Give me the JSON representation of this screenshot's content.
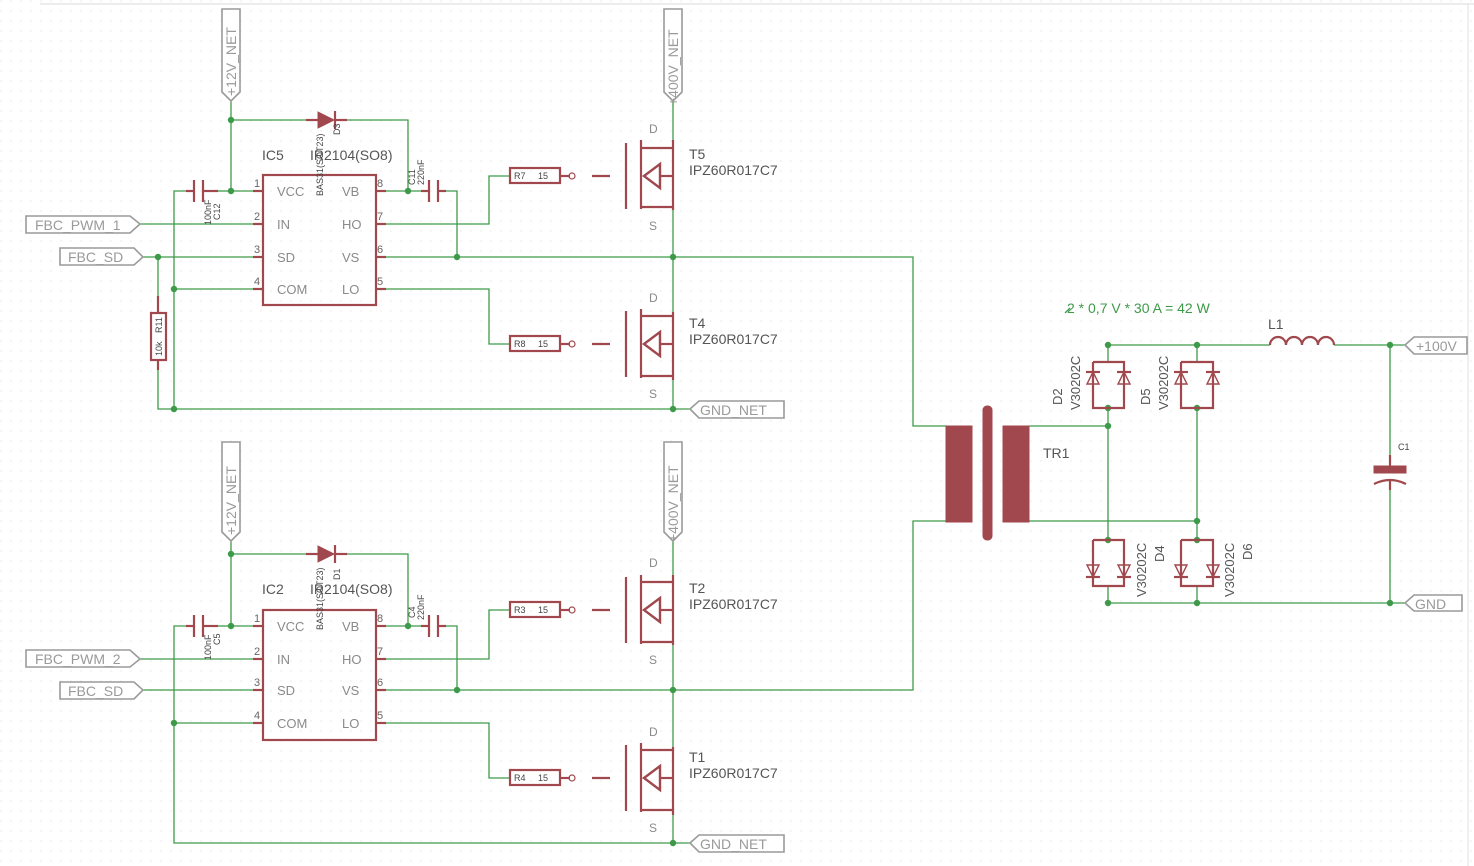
{
  "colors": {
    "wire": "#3d9a48",
    "part": "#a0484d",
    "label": "#555555",
    "port": "#9a9a9a",
    "grid": "#dcdcdc"
  },
  "upper": {
    "ic_name": "IC5",
    "ic_type": "IR2104(SO8)",
    "pins_left": [
      "VCC",
      "IN",
      "SD",
      "COM"
    ],
    "pins_right": [
      "VB",
      "HO",
      "VS",
      "LO"
    ],
    "pin_nums_left": [
      "1",
      "2",
      "3",
      "4"
    ],
    "pin_nums_right": [
      "8",
      "7",
      "6",
      "5"
    ],
    "diode_name": "D3",
    "diode_type": "BAS31(SOT23)",
    "cap_vb_name": "C11",
    "cap_vb_value": "220nF",
    "cap_vcc_name": "C12",
    "cap_vcc_value": "100nF",
    "r_hi_name": "R7",
    "r_hi_value": "15",
    "r_lo_name": "R8",
    "r_lo_value": "15",
    "r_sd_name": "R11",
    "r_sd_value": "10k",
    "t_hi_name": "T5",
    "t_hi_type": "IPZ60R017C7",
    "t_lo_name": "T4",
    "t_lo_type": "IPZ60R017C7",
    "port_12v": "+12V_NET",
    "port_400v": "+400V_NET",
    "port_pwm": "FBC_PWM_1",
    "port_sd": "FBC_SD",
    "port_gnd": "GND_NET"
  },
  "lower": {
    "ic_name": "IC2",
    "ic_type": "IR2104(SO8)",
    "pins_left": [
      "VCC",
      "IN",
      "SD",
      "COM"
    ],
    "pins_right": [
      "VB",
      "HO",
      "VS",
      "LO"
    ],
    "pin_nums_left": [
      "1",
      "2",
      "3",
      "4"
    ],
    "pin_nums_right": [
      "8",
      "7",
      "6",
      "5"
    ],
    "diode_name": "D1",
    "diode_type": "BAS31(SOT23)",
    "cap_vb_name": "C4",
    "cap_vb_value": "220nF",
    "cap_vcc_name": "C5",
    "cap_vcc_value": "100nF",
    "r_hi_name": "R3",
    "r_hi_value": "15",
    "r_lo_name": "R4",
    "r_lo_value": "15",
    "t_hi_name": "T2",
    "t_hi_type": "IPZ60R017C7",
    "t_lo_name": "T1",
    "t_lo_type": "IPZ60R017C7",
    "port_12v": "+12V_NET",
    "port_400v": "+400V_NET",
    "port_pwm": "FBC_PWM_2",
    "port_sd": "FBC_SD",
    "port_gnd": "GND_NET"
  },
  "fet_pins": {
    "d": "D",
    "s": "S"
  },
  "transformer": "TR1",
  "output": {
    "note": "2 * 0,7 V * 30 A = 42 W",
    "inductor": "L1",
    "cap": "C1",
    "port_out": "+100V",
    "port_gnd": "GND",
    "diodes": [
      {
        "name": "D2",
        "type": "V30202C"
      },
      {
        "name": "D5",
        "type": "V30202C"
      },
      {
        "name": "D4",
        "type": "V30202C"
      },
      {
        "name": "D6",
        "type": "V30202C"
      }
    ]
  }
}
